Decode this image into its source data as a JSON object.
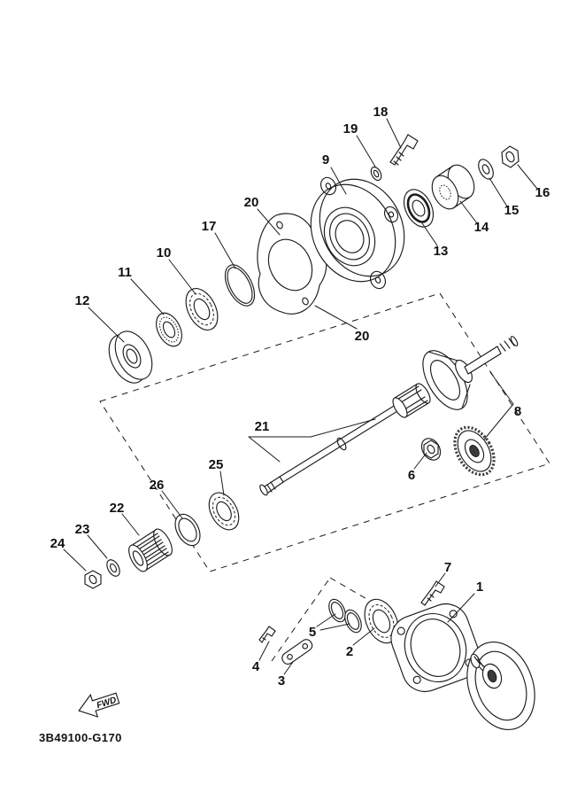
{
  "diagram": {
    "code": "3B49100-G170",
    "fwd_label": "FWD",
    "callouts": [
      {
        "label": "18"
      },
      {
        "label": "19"
      },
      {
        "label": "9"
      },
      {
        "label": "16"
      },
      {
        "label": "15"
      },
      {
        "label": "14"
      },
      {
        "label": "13"
      },
      {
        "label": "20"
      },
      {
        "label": "17"
      },
      {
        "label": "10"
      },
      {
        "label": "11"
      },
      {
        "label": "12"
      },
      {
        "label": "20"
      },
      {
        "label": "8"
      },
      {
        "label": "21"
      },
      {
        "label": "6"
      },
      {
        "label": "25"
      },
      {
        "label": "26"
      },
      {
        "label": "22"
      },
      {
        "label": "23"
      },
      {
        "label": "24"
      },
      {
        "label": "7"
      },
      {
        "label": "1"
      },
      {
        "label": "5"
      },
      {
        "label": "2"
      },
      {
        "label": "4"
      },
      {
        "label": "3"
      }
    ]
  }
}
